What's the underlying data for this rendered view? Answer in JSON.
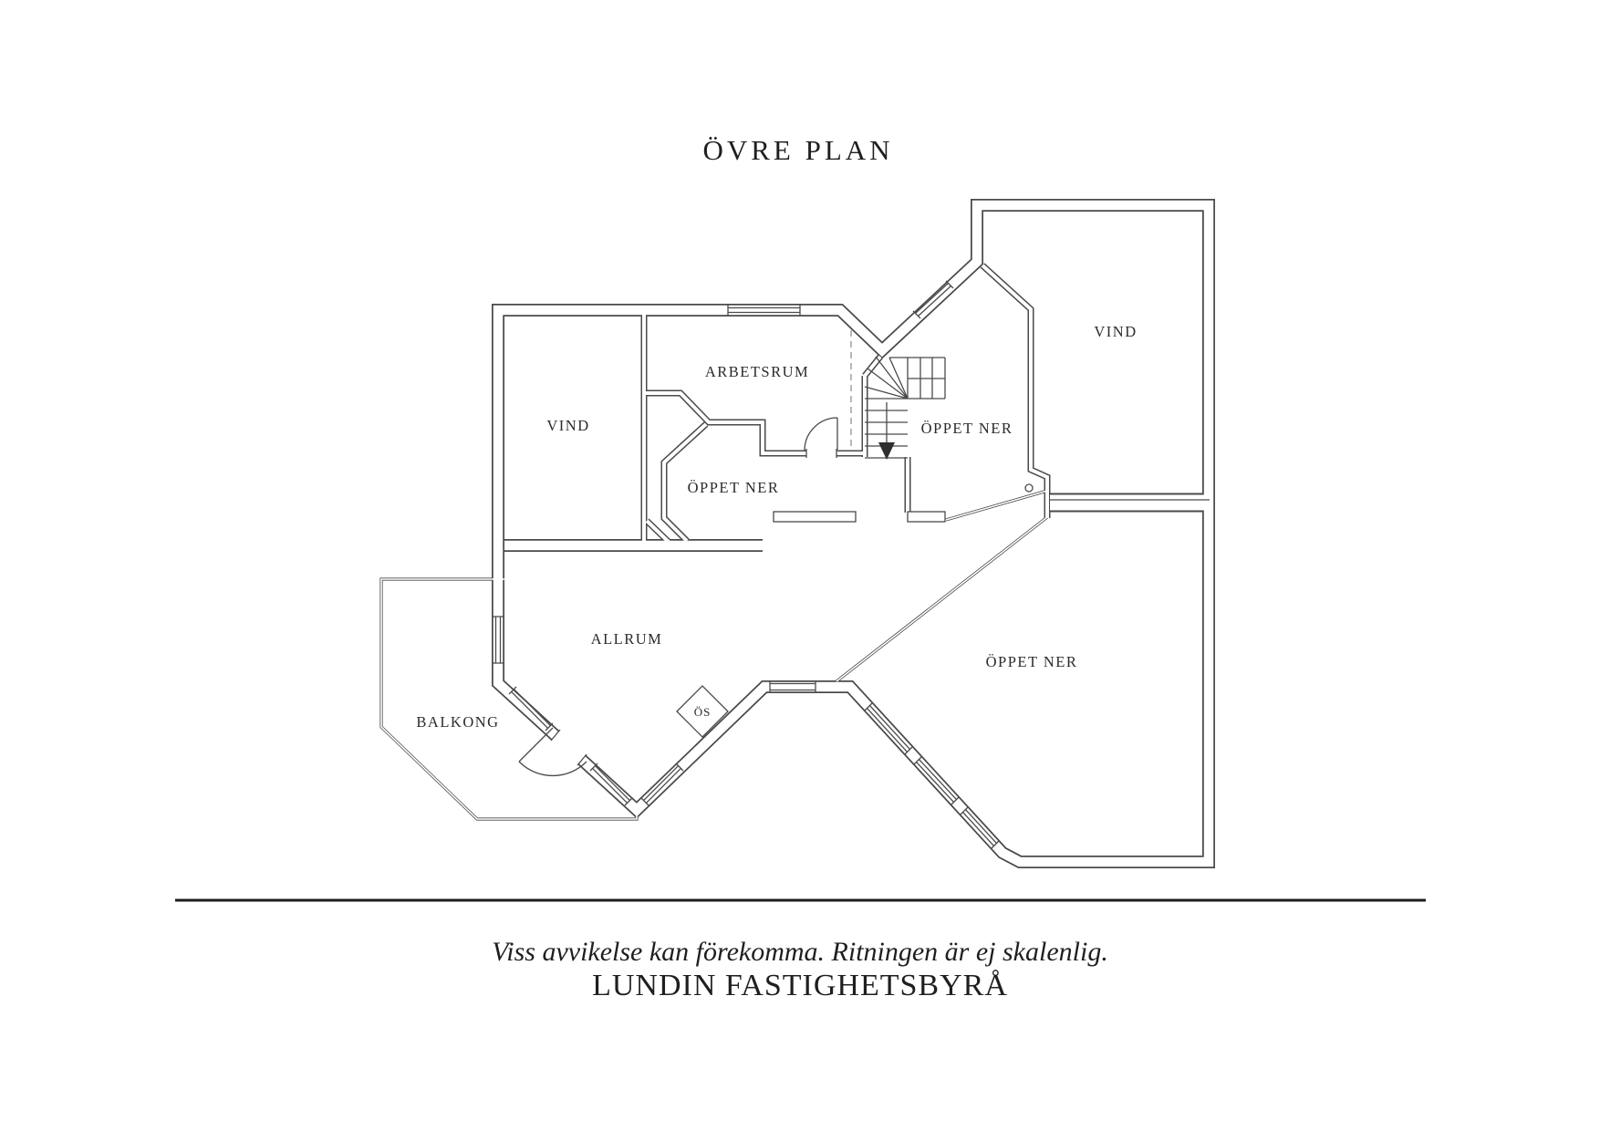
{
  "title": "ÖVRE PLAN",
  "labels": {
    "vind_left": "VIND",
    "arbetsrum": "ARBETSRUM",
    "oppet_ner_small": "ÖPPET NER",
    "oppet_ner_stairs": "ÖPPET NER",
    "vind_right": "VIND",
    "allrum": "ALLRUM",
    "balkong": "BALKONG",
    "os": "ÖS",
    "oppet_ner_right": "ÖPPET NER"
  },
  "footer": {
    "disclaimer": "Viss avvikelse kan förekomma. Ritningen är ej skalenlig.",
    "brand": "LUNDIN FASTIGHETSBYRÅ"
  },
  "colors": {
    "line": "#4a4a4a",
    "text": "#2b2b2b",
    "background": "#ffffff"
  }
}
